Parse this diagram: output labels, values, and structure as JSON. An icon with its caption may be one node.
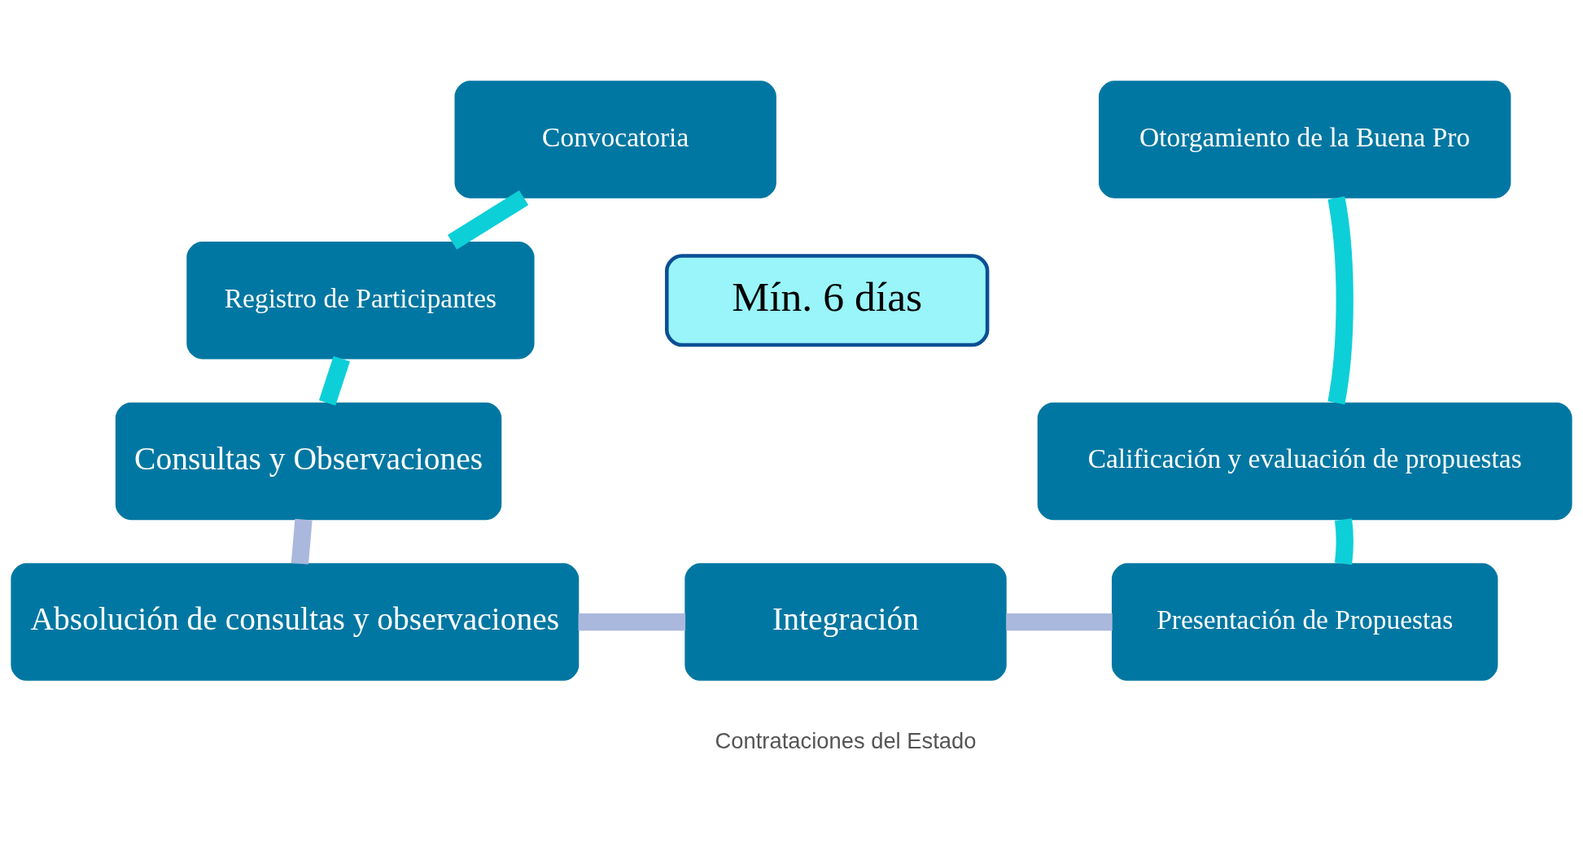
{
  "diagram": {
    "nodes": [
      {
        "text": [
          "Convocatoria"
        ]
      },
      {
        "text": [
          "Registro de Participantes"
        ]
      },
      {
        "text": [
          "Consultas y Observaciones"
        ]
      },
      {
        "text": [
          "Absolución de consultas y observaciones"
        ]
      },
      {
        "text": [
          "Integración"
        ]
      },
      {
        "text": [
          "Presentación de Propuestas"
        ]
      },
      {
        "text": [
          "Calificación y evaluación de propuestas"
        ]
      },
      {
        "text": [
          "Otorgamiento de la Buena Pro"
        ]
      },
      {
        "text": [
          "Mín. 6 días"
        ]
      }
    ],
    "edges": [
      {
        "from": 0,
        "to": 1,
        "arrow": "none"
      },
      {
        "from": 1,
        "to": 2,
        "arrow": "none"
      },
      {
        "from": 2,
        "to": 3,
        "arrow": "none",
        "color": "#aab8dd"
      },
      {
        "from": 3,
        "to": 4,
        "arrow": "none",
        "color": "#aab8dd"
      },
      {
        "from": 4,
        "to": 5,
        "arrow": "none",
        "color": "#aab8dd"
      },
      {
        "from": 5,
        "to": 6,
        "arrow": "none"
      },
      {
        "from": 6,
        "to": 7,
        "arrow": "none"
      }
    ],
    "labels": [
      "Contrataciones del Estado"
    ]
  }
}
